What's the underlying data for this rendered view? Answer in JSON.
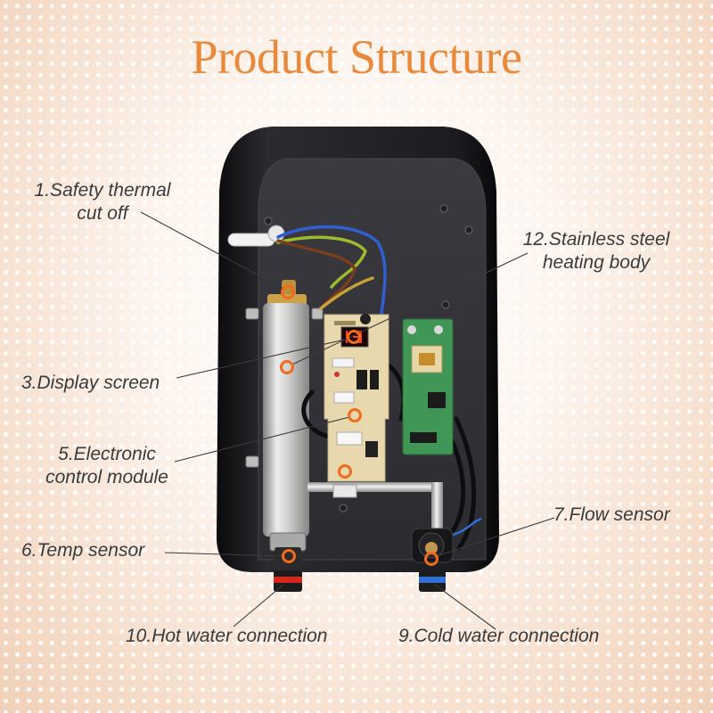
{
  "title": "Product Structure",
  "colors": {
    "title": "#e8893c",
    "label": "#3a3a3a",
    "marker": "#f06c1c",
    "hot_connector": "#d8261f",
    "cold_connector": "#2f6fd6"
  },
  "callouts": {
    "safety_thermal_cutoff": {
      "line1": "1.Safety thermal",
      "line2": "cut off"
    },
    "heating_body": {
      "line1": "12.Stainless steel",
      "line2": "heating body"
    },
    "display_screen": {
      "line1": "3.Display screen"
    },
    "control_module": {
      "line1": "5.Electronic",
      "line2": "control module"
    },
    "flow_sensor": {
      "line1": "7.Flow sensor"
    },
    "temp_sensor": {
      "line1": "6.Temp sensor"
    },
    "hot_water_connection": {
      "line1": "10.Hot water connection"
    },
    "cold_water_connection": {
      "line1": "9.Cold water connection"
    }
  }
}
